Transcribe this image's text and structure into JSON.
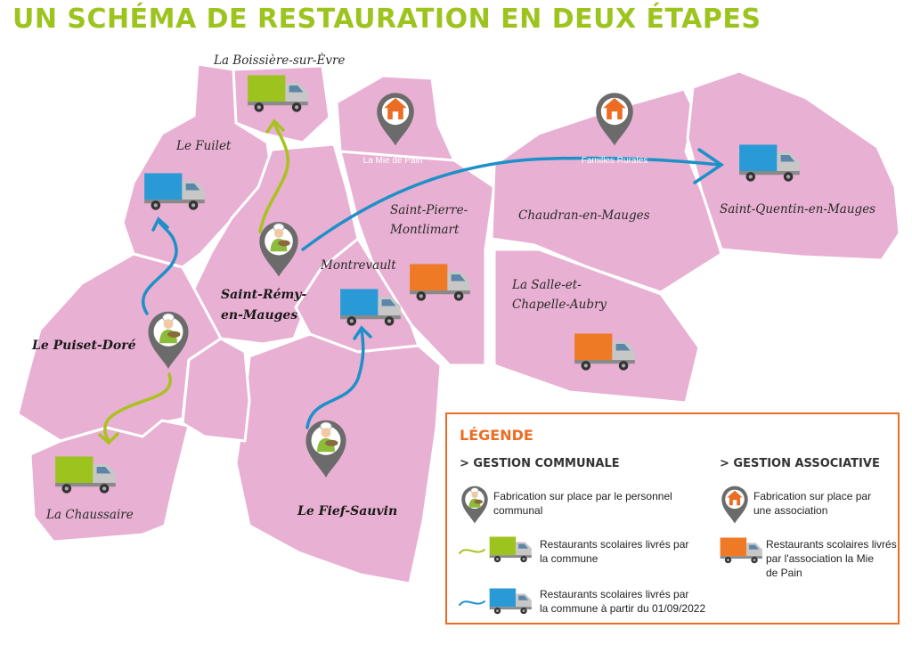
{
  "title": "UN SCHÉMA DE RESTAURATION EN DEUX ÉTAPES",
  "colors": {
    "title_green": "#9dc41e",
    "region_pink": "#e8b0d2",
    "route_green": "#a9c21f",
    "route_blue": "#1e90c8",
    "legend_orange": "#ec6c23",
    "pin_gray": "#6b6b6b"
  },
  "towns": {
    "boissiere": "La Boissière-sur-Èvre",
    "fuilet": "Le Fuilet",
    "saint_pierre_1": "Saint-Pierre-",
    "saint_pierre_2": "Montlimart",
    "chaudron": "Chaudran-en-Mauges",
    "saint_quentin": "Saint-Quentin-en-Mauges",
    "montrevault": "Montrevault",
    "saint_remy_1": "Saint-Rémy-",
    "saint_remy_2": "en-Mauges",
    "puiset_dore": "Le Puiset-Doré",
    "salle_1": "La Salle-et-",
    "salle_2": "Chapelle-Aubry",
    "chaussaire": "La Chaussaire",
    "fief_sauvin": "Le Fief-Sauvin"
  },
  "pins": {
    "mie_de_pain": "La Mie de Pain",
    "familles_rurales": "Familles Rurales"
  },
  "icons": {
    "cook": "cook-icon",
    "house": "house-icon",
    "truck_green": "green-truck-icon",
    "truck_blue": "blue-truck-icon",
    "truck_orange": "orange-truck-icon"
  },
  "legend": {
    "title": "LÉGENDE",
    "communal_header": "> GESTION COMMUNALE",
    "associative_header": "> GESTION ASSOCIATIVE",
    "communal_cook_1": "Fabrication sur place par le personnel",
    "communal_cook_2": "communal",
    "communal_green_1": "Restaurants scolaires livrés par",
    "communal_green_2": "la commune",
    "communal_blue_1": "Restaurants scolaires livrés par",
    "communal_blue_2": "la commune à partir du 01/09/2022",
    "assoc_house_1": "Fabrication sur place par",
    "assoc_house_2": "une association",
    "assoc_orange_1": "Restaurants scolaires livrés",
    "assoc_orange_2": "par l'association la Mie",
    "assoc_orange_3": "de Pain"
  }
}
